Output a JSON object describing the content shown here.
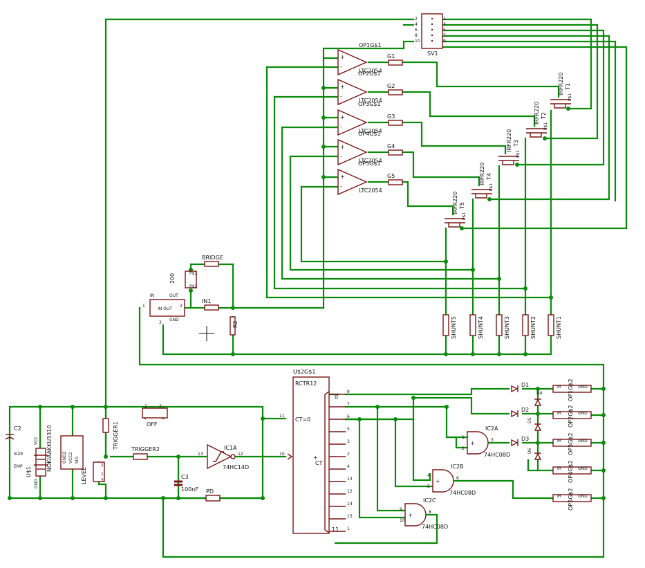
{
  "sv1": {
    "name": "SV1",
    "pins_left": [
      "2",
      "4",
      "6",
      "8",
      "10"
    ],
    "pins_right": [
      "1",
      "3",
      "5",
      "7",
      "9"
    ]
  },
  "opamps": [
    {
      "ref": "OP1G$1",
      "value": "LTC2054",
      "gate": "G1"
    },
    {
      "ref": "OP2G$1",
      "value": "LTC2054",
      "gate": "G2"
    },
    {
      "ref": "OP3G$1",
      "value": "LTC2054",
      "gate": "G3"
    },
    {
      "ref": "OP4G$1",
      "value": "LTC2054",
      "gate": "G4"
    },
    {
      "ref": "OP5G$1",
      "value": "LTC2054",
      "gate": "G5"
    }
  ],
  "mosfets": [
    {
      "value": "IRFR220",
      "ref": "T1",
      "pins": "P$1"
    },
    {
      "value": "IRFR220",
      "ref": "T2",
      "pins": "P$1"
    },
    {
      "value": "IRFR220",
      "ref": "T3",
      "pins": "P$1"
    },
    {
      "value": "IRFR220",
      "ref": "T4",
      "pins": "P$1"
    },
    {
      "value": "IRFR220",
      "ref": "T5",
      "pins": "P$1"
    }
  ],
  "shunts": [
    "SHUNT5",
    "SHUNT4",
    "SHUNT3",
    "SHUNT2",
    "SHUNT1"
  ],
  "bridge_section": {
    "bridge": "BRIDGE",
    "in1": "IN1",
    "r2": "R2",
    "pot": "200",
    "pot_pins": [
      "P$1",
      "P$2"
    ],
    "reg": {
      "name": "IN  OUT",
      "in": "IN",
      "out": "OUT",
      "gnd": "GND",
      "p1": "1",
      "p2": "2",
      "p3": "3"
    }
  },
  "counter": {
    "ref": "U$2G$1",
    "name": "RCTR12",
    "ct0": "CT=0",
    "ct": "CT",
    "plus": "+",
    "zero": "0",
    "eleven": "11",
    "pins_left": [
      "11",
      "10"
    ],
    "pins_right": [
      "9",
      "7",
      "6",
      "5",
      "3",
      "2",
      "4",
      "13",
      "12",
      "14",
      "15",
      "1"
    ]
  },
  "gates": [
    {
      "ref": "IC2A",
      "value": "74HC08D",
      "in": [
        "1",
        "2"
      ],
      "out": "3"
    },
    {
      "ref": "IC2B",
      "value": "74HC08D",
      "in": [
        "4",
        "5"
      ],
      "out": "6"
    },
    {
      "ref": "IC2C",
      "value": "74HC08D",
      "in": [
        "9",
        "10"
      ],
      "out": "8"
    }
  ],
  "diodes": [
    "D1",
    "D2",
    "D3",
    "D4",
    "D5",
    "D6"
  ],
  "outputs": [
    "OP1G$2",
    "OP2G$2",
    "OP3G$2",
    "OP4G$2",
    "OP5G$2"
  ],
  "output_pins": {
    "l": "IR",
    "r": "GND"
  },
  "inverter": {
    "ref": "IC1A",
    "value": "74HC14D",
    "pin_in": "13",
    "pin_out": "12"
  },
  "left": {
    "c2": "C2",
    "u1": "U$1",
    "c2_size": "SIZE",
    "c2_emp": "EMP",
    "batt": "NOKIAAKKU3310",
    "vcc": "VCC",
    "gnd": "GND",
    "level": "LEVEL",
    "gnd2": "GND2",
    "vcc2": "VCC2",
    "sig": "SIG",
    "trigger1": "TRIGGER1",
    "trigger2": "TRIGGER2",
    "off": "OFF",
    "c3": "C3",
    "c3v": "100nF",
    "pd": "PD",
    "sw_pins": [
      "2",
      "1",
      "3"
    ]
  }
}
